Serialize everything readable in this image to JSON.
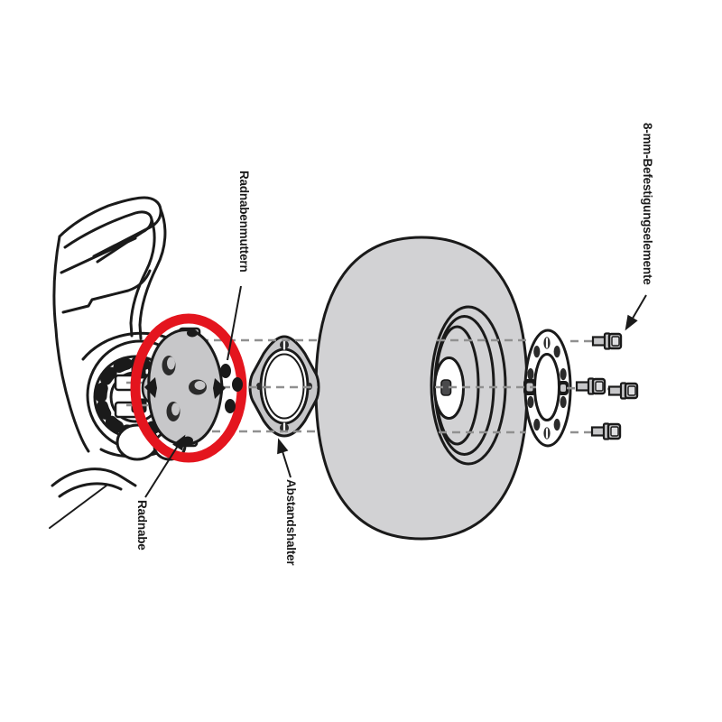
{
  "diagram": {
    "labels": {
      "radnabenmuttern": "Radnabenmuttern",
      "radnabe": "Radnabe",
      "abstandshalter": "Abstandshalter",
      "befestigungselemente": "8-mm-Befestigungselemente"
    },
    "parts": [
      {
        "name": "wheel-hub",
        "label": "Radnabe",
        "highlighted": true
      },
      {
        "name": "wheel-hub-nuts",
        "label": "Radnabenmuttern"
      },
      {
        "name": "spacer",
        "label": "Abstandshalter"
      },
      {
        "name": "fasteners-8mm",
        "label": "8-mm-Befestigungselemente",
        "count": 4
      }
    ],
    "colors": {
      "highlight_red": "#E4151E",
      "line_black": "#1A1A1A",
      "part_gray": "#C7C7C9",
      "tire_gray": "#D2D2D4",
      "hole_dark": "#2B2B2B",
      "dash_gray": "#909090",
      "background": "#FFFFFF"
    }
  }
}
